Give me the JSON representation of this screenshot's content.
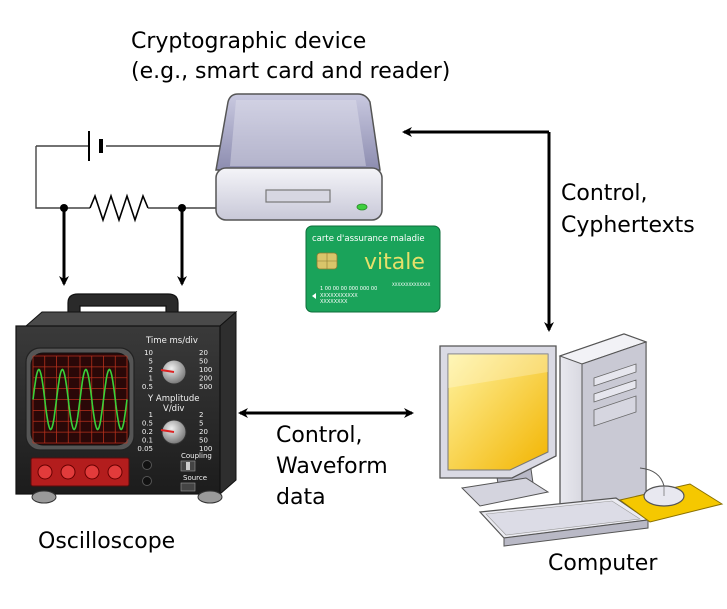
{
  "device": {
    "title_line1": "Cryptographic device",
    "title_line2": "(e.g., smart card and reader)"
  },
  "card": {
    "header": "carte d'assurance maladie",
    "brand": "vitale",
    "number_line": "1 00 00 00 000 000 00",
    "name_line1": "XXXXXXXXXXX",
    "name_line2": "XXXXXXXX",
    "small_text": "XXXXXXXXXXXXXX",
    "color": "#1aa35a"
  },
  "oscilloscope": {
    "label": "Oscilloscope",
    "time_label": "Time ms/div",
    "time_ticks_left": [
      "10",
      "5",
      "2",
      "1",
      "0.5"
    ],
    "time_ticks_right": [
      "20",
      "50",
      "100",
      "200",
      "500"
    ],
    "amp_label1": "Y Amplitude",
    "amp_label2": "V/div",
    "amp_ticks_left": [
      "1",
      "0.5",
      "0.2",
      "0.1",
      "0.05"
    ],
    "amp_ticks_right": [
      "2",
      "5",
      "20",
      "50",
      "100"
    ],
    "coupling_label": "Coupling",
    "source_label": "Source",
    "trace_color": "#3ad13a",
    "screen_color": "#2a0808"
  },
  "computer": {
    "label": "Computer",
    "screen_color": "#ffd84a"
  },
  "arrow_top": {
    "line1": "Control,",
    "line2": "Cyphertexts"
  },
  "arrow_mid": {
    "line1": "Control,",
    "line2": "Waveform",
    "line3": "data"
  }
}
